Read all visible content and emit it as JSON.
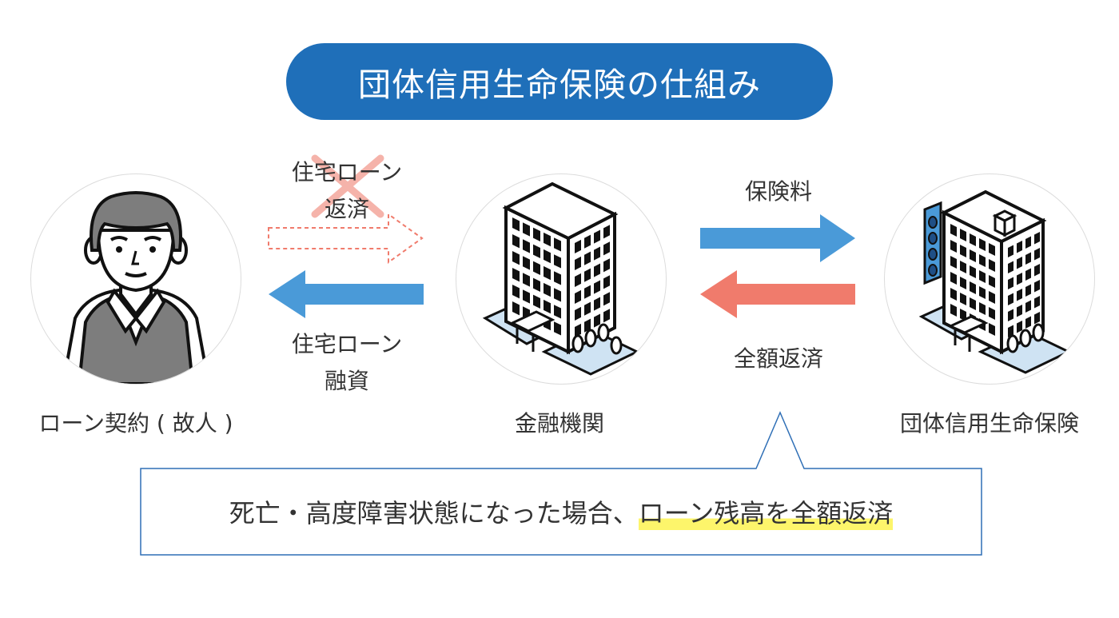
{
  "title": "団体信用生命保険の仕組み",
  "nodes": {
    "borrower": {
      "label": "ローン契約 ( 故人 )",
      "icon": "elderly-man-icon"
    },
    "bank": {
      "label": "金融機関",
      "icon": "bank-building-icon"
    },
    "insurer": {
      "label": "団体信用生命保険",
      "icon": "insurance-building-icon"
    }
  },
  "flows": {
    "repayment_cancelled": {
      "line1": "住宅ローン",
      "line2": "返済",
      "status": "cancelled",
      "color": "#f07b6c"
    },
    "loan": {
      "line1": "住宅ローン",
      "line2": "融資",
      "color": "#4a9ad8"
    },
    "premium": {
      "label": "保険料",
      "color": "#4a9ad8"
    },
    "full_repayment": {
      "label": "全額返済",
      "color": "#f07b6c"
    }
  },
  "callout": {
    "text_before": "死亡・高度障害状態になった場合、",
    "text_highlight": "ローン残高を全額返済",
    "highlight_color": "#fdf56b"
  },
  "colors": {
    "title_bg": "#1f6fb9",
    "arrow_blue": "#4a9ad8",
    "arrow_red": "#f07b6c",
    "callout_border": "#2f6fb6"
  }
}
